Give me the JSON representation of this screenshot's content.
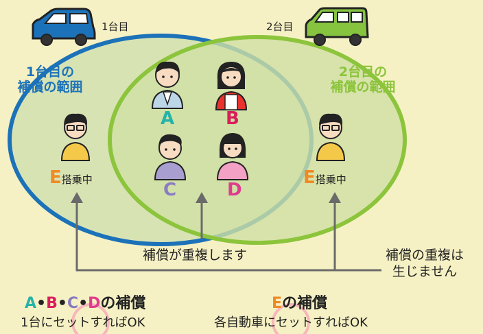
{
  "cars": {
    "car1": {
      "label": "1台目",
      "color": "#1c72b8"
    },
    "car2": {
      "label": "2台目",
      "color": "#86c440"
    }
  },
  "circles": {
    "left": {
      "label_line1": "1台目の",
      "label_line2": "補償の範囲",
      "color": "#1c72b8"
    },
    "right": {
      "label_line1": "2台目の",
      "label_line2": "補償の範囲",
      "color": "#8cc43c"
    }
  },
  "people": {
    "A": {
      "letter": "A",
      "color": "#26b3a8"
    },
    "B": {
      "letter": "B",
      "color": "#d81e5b"
    },
    "C": {
      "letter": "C",
      "color": "#8a7cc0"
    },
    "D": {
      "letter": "D",
      "color": "#e03c8e"
    },
    "E_left": {
      "letter": "E",
      "suffix": "搭乗中",
      "color": "#f08a24"
    },
    "E_right": {
      "letter": "E",
      "suffix": "搭乗中",
      "color": "#f08a24"
    }
  },
  "captions": {
    "overlap": "補償が重複します",
    "no_overlap_line1": "補償の重複は",
    "no_overlap_line2": "生じません"
  },
  "bottom": {
    "left": {
      "a": "A",
      "dot1": "•",
      "b": "B",
      "dot2": "•",
      "c": "C",
      "dot3": "•",
      "d": "D",
      "suffix": "の補償",
      "sub": "1台にセットすればOK"
    },
    "right": {
      "e": "E",
      "suffix": "の補償",
      "sub": "各自動車にセットすればOK"
    }
  }
}
